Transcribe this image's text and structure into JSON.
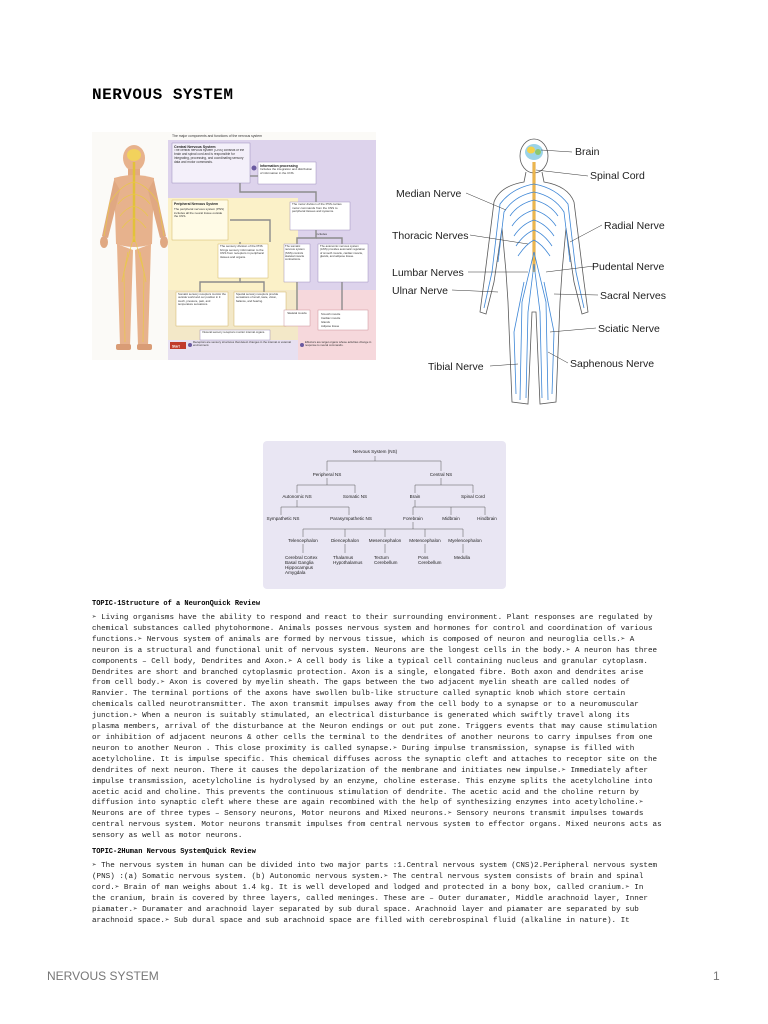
{
  "title": "NERVOUS SYSTEM",
  "figure_left": {
    "caption": "The major components and functions of the nervous system",
    "cns_heading": "Central Nervous System",
    "cns_text": "The central nervous system (CNS) consists of the brain and spinal cord and is responsible for integrating, processing, and coordinating sensory data and motor commands.",
    "info_heading": "Information processing",
    "info_text": "Includes the integration and distribution of information in the CNS.",
    "pns_heading": "Peripheral Nervous System",
    "pns_text": "The peripheral nervous system (PNS) includes all the neural tissue outside the CNS.",
    "motor_text": "The motor division of the PNS carries motor commands from the CNS to peripheral tissues and systems.",
    "includes": "includes",
    "sensory_text": "The sensory division of the PNS brings sensory information to the CNS from receptors in peripheral tissues and organs.",
    "somatic_ns": "The somatic nervous system (SNS) controls skeletal muscle contractions.",
    "autonomic_ns": "The autonomic nervous system (ANS) provides automatic regulation of smooth muscle, cardiac muscle, glands, and adipose tissue.",
    "somatic_receptors": "Somatic sensory receptors monitor the outside world and our position in it: touch, pressure, pain, and temperature sensations.",
    "special_receptors": "Special sensory receptors provide sensations of smell, taste, vision, balance, and hearing.",
    "skeletal": "Skeletal muscle",
    "effector_list": [
      "Smooth muscle",
      "Cardiac muscle",
      "Glands",
      "Adipose tissue"
    ],
    "visceral": "Visceral sensory receptors monitor internal organs.",
    "start": "Start",
    "receptors_note": "Receptors are sensory structures that detect changes in the internal or external environment.",
    "effectors_note": "Effectors are target organs whose activities change in response to neural commands."
  },
  "figure_right": {
    "labels": [
      "Brain",
      "Spinal Cord",
      "Median Nerve",
      "Radial Nerve",
      "Thoracic Nerves",
      "Pudental Nerve",
      "Lumbar Nerves",
      "Ulnar Nerve",
      "Sacral Nerves",
      "Sciatic Nerve",
      "Saphenous  Nerve",
      "Tibial Nerve"
    ]
  },
  "figure_tree": {
    "root": "Nervous System (NS)",
    "peripheral": "Peripheral NS",
    "central": "Central NS",
    "autonomic": "Autonomic NS",
    "somatic": "Somatic NS",
    "brain": "Brain",
    "spinal_cord": "Spinal Cord",
    "sympathetic": "Sympathetic NS",
    "parasympathetic": "Parasympathetic NS",
    "forebrain": "Forebrain",
    "midbrain": "Midbrain",
    "hindbrain": "Hindbrain",
    "telencephalon": "Telencephalon",
    "diencephalon": "Diencephalon",
    "mesencephalon": "Mesencephalon",
    "metencephalon": "Metencephalon",
    "myelencephalon": "Myelencephalon",
    "cerebral": [
      "Cerebral Cortex",
      "Basal Ganglia",
      "Hippocampus",
      "Amygdala"
    ],
    "thal": [
      "Thalamus",
      "Hypothalamus"
    ],
    "tect": [
      "Tectum",
      "Cerebellum"
    ],
    "pons": [
      "Pons",
      "Cerebellum"
    ],
    "medulla": [
      "Medulla"
    ]
  },
  "topic1_heading": "TOPIC-1Structure of a NeuronQuick Review",
  "topic1_lines": [
    "➢ Living organisms have the ability to respond and react to their surrounding environment. Plant responses are regulated by",
    "chemical substances called phytohormone. Animals posses nervous system and hormones for control and coordination of various",
    "functions.➢ Nervous system of animals are formed by nervous tissue, which is composed of neuron and neuroglia cells.➢ A",
    "neuron is a structural and functional unit of nervous system. Neurons are the longest cells in the body.➢ A neuron has three",
    "components – Cell body, Dendrites and Axon.➢ A cell body is like a typical cell containing nucleus and granular cytoplasm.",
    "Dendrites are short and branched cytoplasmic protection. Axon is a single, elongated fibre. Both axon and dendrites arise",
    "from cell body.➢ Axon is covered by myelin sheath. The gaps between the two adjacent myelin sheath are called nodes of",
    "Ranvier. The terminal portions of the axons have swollen bulb-like structure called synaptic knob which store certain",
    "chemicals called neurotransmitter. The axon transmit impulses away from the cell body to a synapse or to a neuromuscular",
    "junction.➢ When a neuron is suitably stimulated, an electrical disturbance is generated which swiftly travel along its",
    "plasma members, arrival of the disturbance at the Neuron endings or out put zone. Triggers events that may cause stimulation",
    "or inhibition of adjacent neurons & other cells the terminal to the dendrites of another neurons to carry impulses from one",
    "neuron to another Neuron . This close proximity is called synapse.➢ During impulse transmission, synapse is filled with",
    "acetylcholine. It is impulse specific. This chemical diffuses across the synaptic cleft and attaches to receptor site on the",
    "dendrites of next neuron. There it causes the depolarization of the membrane and initiates new impulse.➢ Immediately after",
    "impulse transmission, acetylcholine is hydrolysed by an enzyme, choline esterase. This enzyme splits the acetylcholine into",
    "acetic acid and choline. This prevents the continuous stimulation of dendrite. The acetic acid and the choline return by",
    "diffusion into synaptic cleft where these are again recombined with the help of synthesizing enzymes into acetylcholine.➢",
    "Neurons are of three types – Sensory neurons, Motor neurons and Mixed neurons.➢ Sensory neurons transmit impulses towards",
    "central nervous system. Motor neurons transmit impulses from central nervous system to effector organs. Mixed neurons acts as",
    "sensory as well as motor neurons."
  ],
  "topic2_heading": "TOPIC-2Human Nervous SystemQuick Review",
  "topic2_lines": [
    "➢ The nervous system in human can be divided into two major parts :1.Central nervous system (CNS)2.Peripheral nervous system",
    "(PNS) :(a) Somatic nervous system. (b) Autonomic nervous system.➢ The central nervous system consists of brain and spinal",
    "cord.➢ Brain of man weighs about 1.4 kg. It is well developed and lodged and protected in a bony box, called cranium.➢ In",
    "the cranium, brain is covered by three layers, called meninges. These are – Outer duramater, Middle arachnoid layer, Inner",
    "piamater.➢ Duramater and arachnoid layer separated by sub dural space. Arachnoid layer and piamater are separated by sub",
    "arachnoid space.➢ Sub dural space and sub arachnoid space are filled with cerebrospinal fluid (alkaline in nature). It"
  ],
  "footer": {
    "left": "NERVOUS SYSTEM",
    "page": "1"
  }
}
